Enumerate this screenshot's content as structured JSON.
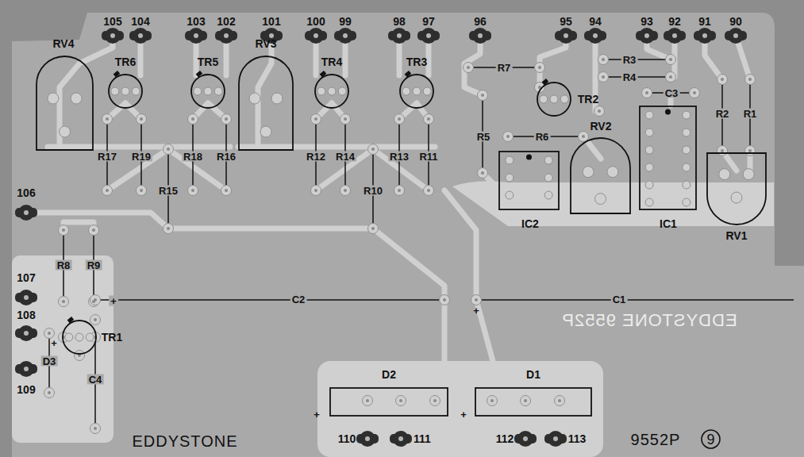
{
  "diagram": {
    "nodes": [
      {
        "text": [
          "RV4"
        ]
      },
      {
        "text": [
          "TR6"
        ]
      },
      {
        "text": [
          "TR5"
        ]
      },
      {
        "text": [
          "RV3"
        ]
      },
      {
        "text": [
          "TR4"
        ]
      },
      {
        "text": [
          "TR3"
        ]
      },
      {
        "text": [
          "TR2"
        ]
      },
      {
        "text": [
          "IC2"
        ]
      },
      {
        "text": [
          "RV2"
        ]
      },
      {
        "text": [
          "IC1"
        ]
      },
      {
        "text": [
          "RV1"
        ]
      },
      {
        "text": [
          "TR1"
        ]
      },
      {
        "text": [
          "D2"
        ]
      },
      {
        "text": [
          "D1"
        ]
      },
      {
        "text": [
          "9"
        ]
      }
    ],
    "labels": [
      "105",
      "104",
      "103",
      "102",
      "101",
      "100",
      "99",
      "98",
      "97",
      "96",
      "95",
      "94",
      "93",
      "92",
      "91",
      "90",
      "106",
      "107",
      "108",
      "109",
      "110",
      "111",
      "112",
      "113",
      "R7",
      "R3",
      "R4",
      "C3",
      "R5",
      "R6",
      "R2",
      "R1",
      "R17",
      "R19",
      "R18",
      "R16",
      "R12",
      "R14",
      "R13",
      "R11",
      "R15",
      "R10",
      "R8",
      "R9",
      "+",
      "C2",
      "+",
      "C1",
      "+",
      "D3",
      "C4",
      "+",
      "+",
      "EDDYSTONE",
      "9552P",
      "EDDYSTONE 9552P"
    ]
  }
}
